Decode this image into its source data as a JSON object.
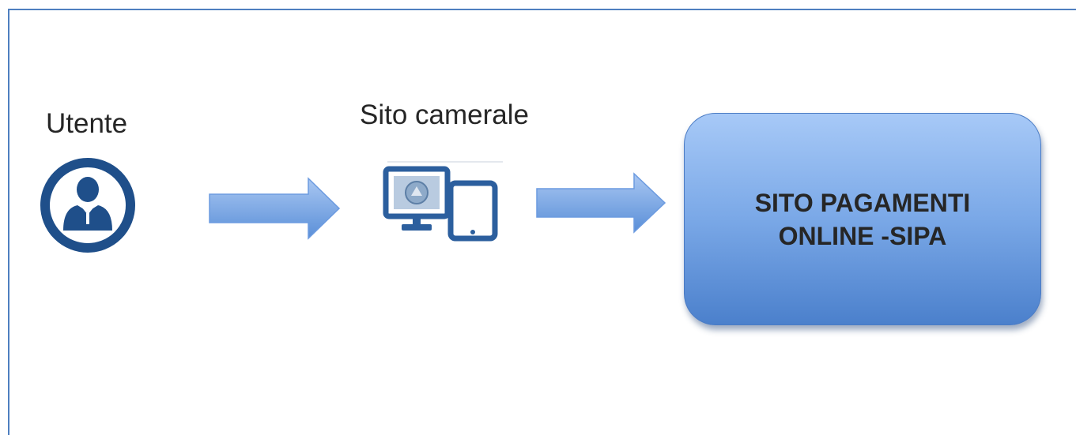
{
  "actor": {
    "label": "Utente",
    "icon": "user-circle-icon"
  },
  "site": {
    "label": "Sito camerale",
    "icon": "desktop-tablet-icon"
  },
  "target": {
    "lines": [
      "SITO PAGAMENTI",
      "ONLINE -SIPA"
    ]
  },
  "colors": {
    "frame": "#4f7fc0",
    "icon_blue": "#1f4f8a",
    "arrow_top": "#a9c7f2",
    "arrow_bottom": "#5a8fd8",
    "box_top": "#a7c9f7",
    "box_bottom": "#4b80cc",
    "text": "#262626"
  }
}
